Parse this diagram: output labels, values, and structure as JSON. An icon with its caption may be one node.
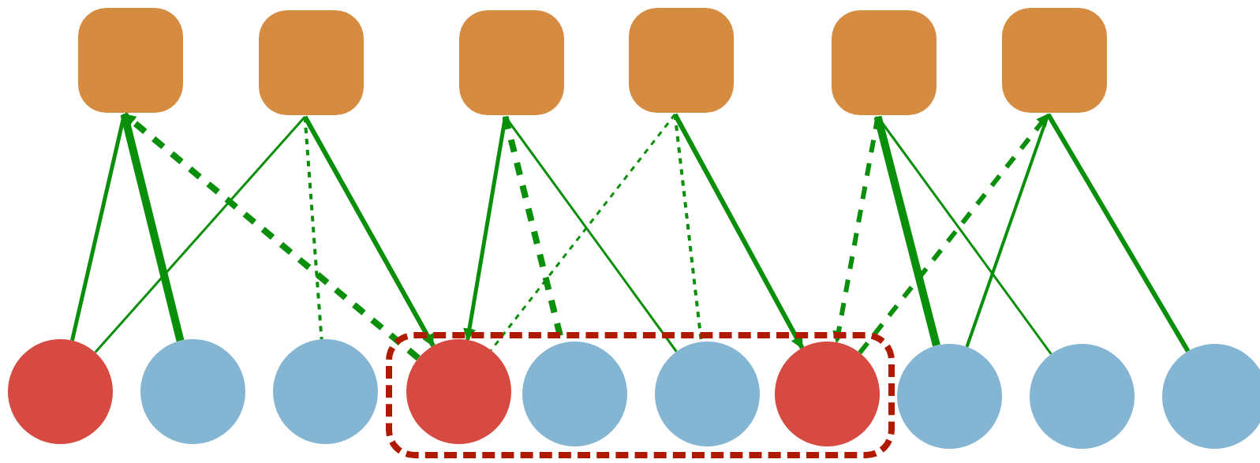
{
  "diagram": {
    "nodes": [
      {
        "text": [],
        "shape": "box"
      },
      {
        "text": [],
        "shape": "box"
      },
      {
        "text": [],
        "shape": "box"
      },
      {
        "text": [],
        "shape": "box"
      },
      {
        "text": [],
        "shape": "box"
      },
      {
        "text": [],
        "shape": "box"
      },
      {
        "text": [],
        "shape": "circle"
      },
      {
        "text": [],
        "shape": "circle"
      },
      {
        "text": [],
        "shape": "circle"
      },
      {
        "text": [],
        "shape": "box"
      },
      {
        "text": [],
        "shape": "circle",
        "in": 9
      },
      {
        "text": [],
        "shape": "circle",
        "in": 9
      },
      {
        "text": [],
        "shape": "circle",
        "in": 9
      },
      {
        "text": [],
        "shape": "circle",
        "in": 9
      },
      {
        "text": [],
        "shape": "circle"
      },
      {
        "text": [],
        "shape": "circle"
      },
      {
        "text": [],
        "shape": "circle"
      }
    ],
    "edges": [
      {
        "from": 0,
        "to": 6,
        "arrow": "none"
      },
      {
        "from": 0,
        "to": 7,
        "arrow": "none",
        "style": "thick"
      },
      {
        "from": 10,
        "to": 0,
        "arrow": "to",
        "style": "dashed"
      },
      {
        "from": 1,
        "to": 6,
        "arrow": "none"
      },
      {
        "from": 1,
        "to": 8,
        "arrow": "none",
        "style": "dashed"
      },
      {
        "from": 1,
        "to": 10,
        "arrow": "to"
      },
      {
        "from": 2,
        "to": 10,
        "arrow": "to"
      },
      {
        "from": 2,
        "to": 11,
        "arrow": "none",
        "style": "dashed"
      },
      {
        "from": 2,
        "to": 12,
        "arrow": "none"
      },
      {
        "from": 3,
        "to": 10,
        "arrow": "none",
        "style": "dashed"
      },
      {
        "from": 3,
        "to": 12,
        "arrow": "none",
        "style": "dashed"
      },
      {
        "from": 3,
        "to": 13,
        "arrow": "to"
      },
      {
        "from": 4,
        "to": 13,
        "arrow": "to",
        "style": "dashed"
      },
      {
        "from": 4,
        "to": 14,
        "arrow": "none",
        "style": "thick"
      },
      {
        "from": 4,
        "to": 15,
        "arrow": "none"
      },
      {
        "from": 13,
        "to": 5,
        "arrow": "to",
        "style": "dashed"
      },
      {
        "from": 5,
        "to": 14,
        "arrow": "none"
      },
      {
        "from": 5,
        "to": 16,
        "arrow": "none"
      }
    ]
  }
}
